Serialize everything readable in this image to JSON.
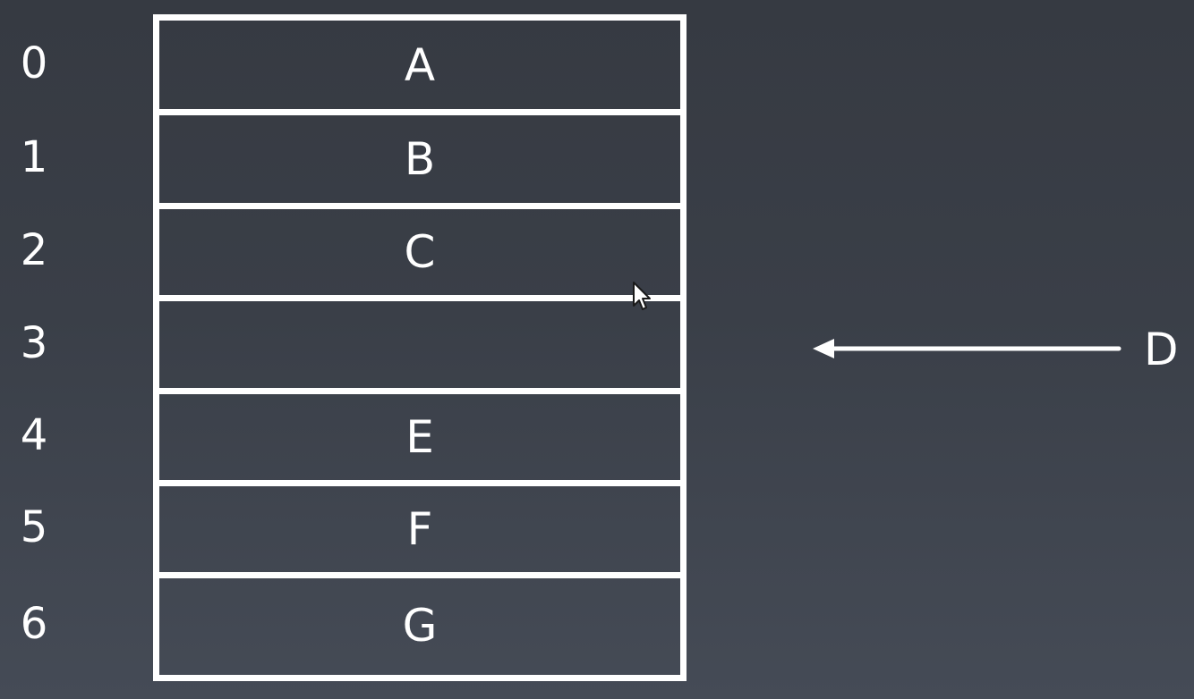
{
  "slots": [
    {
      "index": "0",
      "value": "A"
    },
    {
      "index": "1",
      "value": "B"
    },
    {
      "index": "2",
      "value": "C"
    },
    {
      "index": "3",
      "value": ""
    },
    {
      "index": "4",
      "value": "E"
    },
    {
      "index": "5",
      "value": "F"
    },
    {
      "index": "6",
      "value": "G"
    }
  ],
  "incoming": {
    "label": "D"
  },
  "icons": {
    "arrow": "arrow-left-icon",
    "cursor": "mouse-pointer-icon"
  },
  "colors": {
    "stroke": "#ffffff",
    "text": "#ffffff",
    "background": "#3a3f48"
  }
}
